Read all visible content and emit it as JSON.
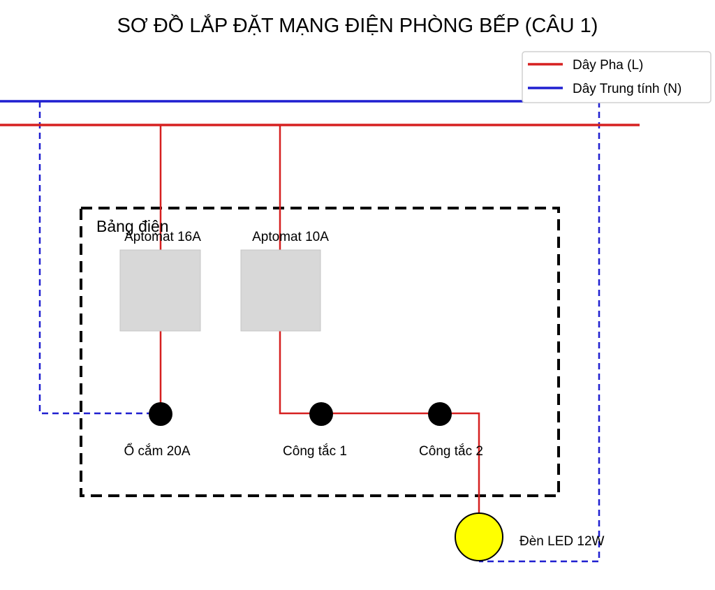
{
  "title": "SƠ ĐỒ LẮP ĐẶT MẠNG ĐIỆN PHÒNG BẾP (CÂU 1)",
  "legend": {
    "items": [
      {
        "label": "Dây Pha (L)",
        "color": "#d62020"
      },
      {
        "label": "Dây Trung tính (N)",
        "color": "#1f1fd0"
      }
    ]
  },
  "panel": {
    "label": "Bảng điện"
  },
  "components": {
    "breaker_16": "Aptomat 16A",
    "breaker_10": "Aptomat 10A",
    "socket": "Ổ cắm 20A",
    "switch_1": "Công tắc 1",
    "switch_2": "Công tắc 2",
    "lamp": "Đèn LED 12W"
  },
  "colors": {
    "phase": "#d62020",
    "neutral": "#1f1fd0",
    "breaker_fill": "#d8d8d8",
    "lamp_fill": "#ffff00",
    "panel_border": "#000000"
  }
}
